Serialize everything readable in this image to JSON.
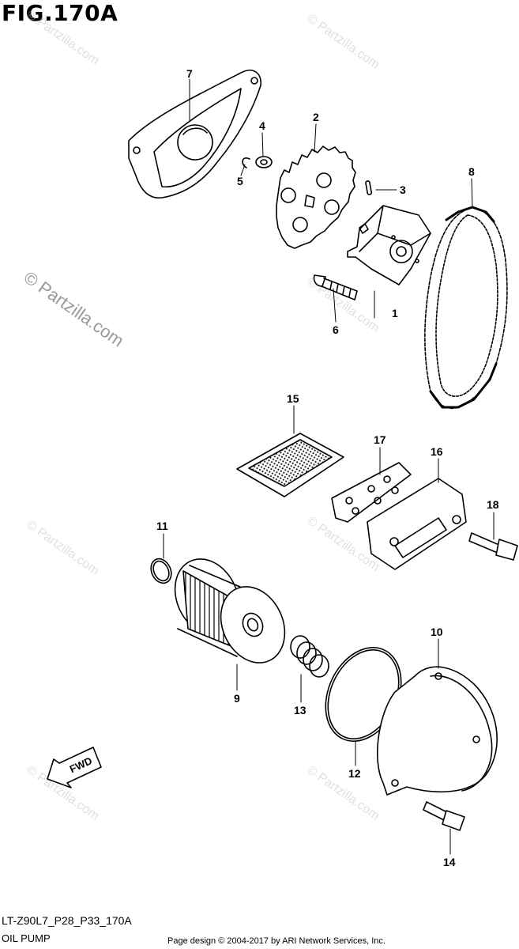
{
  "figure": {
    "title": "FIG.170A"
  },
  "watermark": {
    "text": "© Partzilla.com"
  },
  "callouts": [
    "1",
    "2",
    "3",
    "4",
    "5",
    "6",
    "7",
    "8",
    "9",
    "10",
    "11",
    "12",
    "13",
    "14",
    "15",
    "16",
    "17",
    "18"
  ],
  "fwd_label": "FWD",
  "footer": {
    "code": "LT-Z90L7_P28_P33_170A",
    "name": "OIL PUMP",
    "copyright": "Page design © 2004-2017 by ARI Network Services, Inc."
  }
}
